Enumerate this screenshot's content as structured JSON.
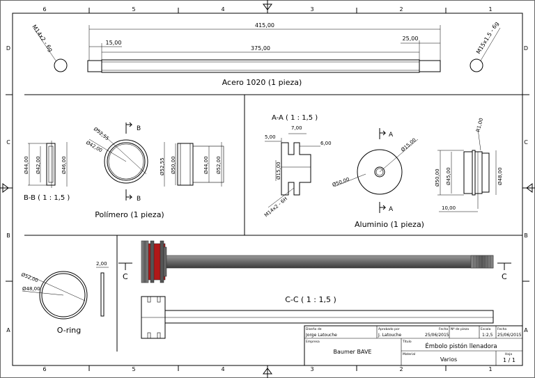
{
  "frame": {
    "col_labels": [
      "6",
      "5",
      "4",
      "3",
      "2",
      "1"
    ],
    "row_labels": [
      "D",
      "C",
      "B",
      "A"
    ]
  },
  "shaft": {
    "thread_left": "M14x2 - 6g",
    "thread_right": "M15x1.5 - 6g",
    "dim_total": "415,00",
    "dim_left": "15,00",
    "dim_mid": "375,00",
    "dim_right": "25,00",
    "caption": "Acero 1020 (1 pieza)"
  },
  "polymer": {
    "section_label": "B-B ( 1 : 1,5 )",
    "cut_letter": "B",
    "d44": "Ø44,00",
    "d42": "Ø42,00",
    "d46": "Ø46,00",
    "d52_55a": "Ø52,55",
    "d42b": "Ø42,00",
    "d52_55b": "Ø52,55",
    "d50": "Ø50,00",
    "d44b": "Ø44,00",
    "d52": "Ø52,00",
    "caption": "Polímero (1 pieza)"
  },
  "aluminium": {
    "section_label": "A-A ( 1 : 1,5 )",
    "cut_letter": "A",
    "d7": "7,00",
    "d5": "5,00",
    "d6": "6,00",
    "d15": "Ø15,00",
    "thread": "M14x2 - 6H",
    "d15b": "Ø15,00",
    "d50": "Ø50,00",
    "r1": "R1,00",
    "d50b": "Ø50,00",
    "d45": "Ø45,00",
    "d48": "Ø48,00",
    "d10": "10,00",
    "caption": "Aluminio (1 pieza)"
  },
  "oring": {
    "d52": "Ø52,00",
    "d48": "Ø48,00",
    "w2": "2,00",
    "caption": "O-ring"
  },
  "assembly": {
    "cut_letter": "C",
    "section_label": "C-C ( 1 : 1,5 )"
  },
  "title_block": {
    "design_label": "Diseño de",
    "design_value": "Jorge Latouche",
    "approved_label": "Aprobado por",
    "approved_value": "J. Latouche",
    "date_label": "Fecha",
    "date_value": "25/06/2015",
    "part_label": "Nº de pieza",
    "scale_label": "Escala",
    "scale_value": "1:2,5",
    "date2_label": "Fecha",
    "date2_value": "25/06/2015",
    "company_label": "Empresa",
    "company_value": "Baumer BAVE",
    "title_label": "Título",
    "title_value": "Émbolo pistón llenadora",
    "material_label": "Material",
    "material_value": "Varios",
    "sheet_label": "Hoja",
    "sheet_value": "1 / 1"
  }
}
